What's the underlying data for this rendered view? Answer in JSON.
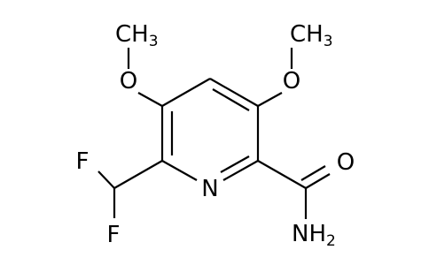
{
  "structure": {
    "labels": {
      "methyl_left": {
        "main": "CH",
        "subscript": "3"
      },
      "methyl_right": {
        "main": "CH",
        "subscript": "3"
      },
      "oxygen_left": "O",
      "oxygen_right": "O",
      "fluorine_top": "F",
      "fluorine_bottom": "F",
      "ring_nitrogen": "N",
      "carbonyl_oxygen": "O",
      "amide": {
        "main": "NH",
        "subscript": "2"
      }
    },
    "colors": {
      "bond": "#000000",
      "label": "#000000",
      "background": "#ffffff"
    }
  }
}
